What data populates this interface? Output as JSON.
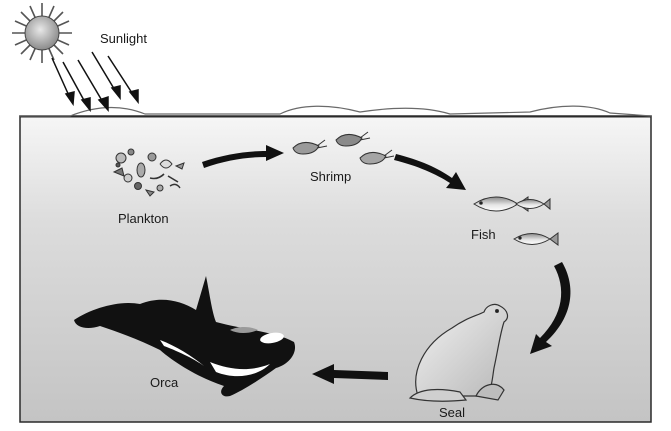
{
  "labels": {
    "sunlight": "Sunlight",
    "plankton": "Plankton",
    "shrimp": "Shrimp",
    "fish": "Fish",
    "seal": "Seal",
    "orca": "Orca"
  },
  "colors": {
    "water_top": "#f4f4f4",
    "water_bottom": "#c9c9c9",
    "outline": "#2a2a2a",
    "arrow": "#111111",
    "sun": "#9a9a9a"
  }
}
